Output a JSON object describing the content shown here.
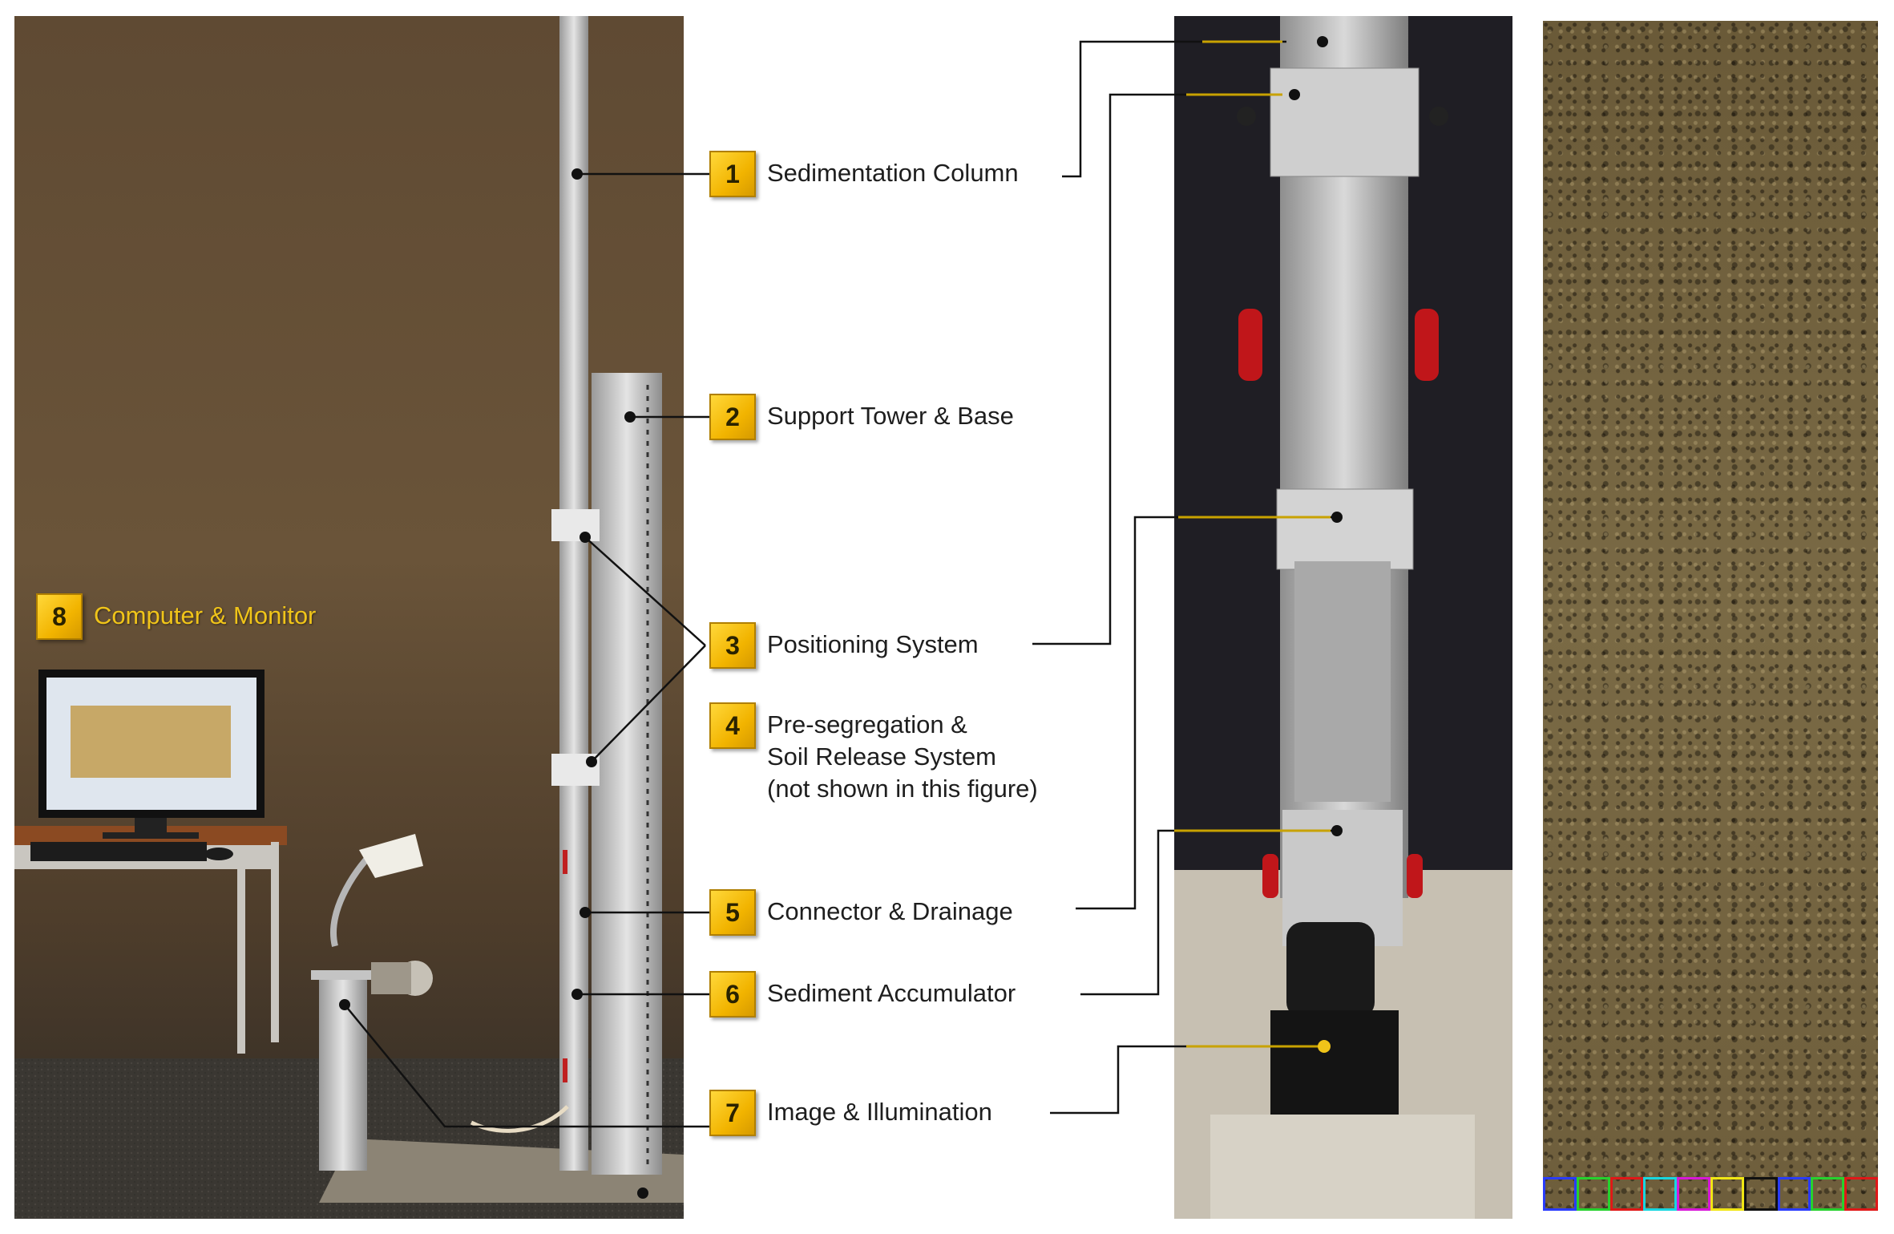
{
  "callouts": [
    {
      "num": "1",
      "label": "Sedimentation Column"
    },
    {
      "num": "2",
      "label": "Support Tower & Base"
    },
    {
      "num": "3",
      "label": "Positioning System"
    },
    {
      "num": "4",
      "label_lines": [
        "Pre-segregation &",
        "Soil Release System",
        "(not shown in this figure)"
      ]
    },
    {
      "num": "5",
      "label": "Connector & Drainage"
    },
    {
      "num": "6",
      "label": "Sediment Accumulator"
    },
    {
      "num": "7",
      "label": "Image & Illumination"
    },
    {
      "num": "8",
      "label": "Computer & Monitor"
    }
  ],
  "colors": {
    "badge": "#f2b400",
    "label_text": "#1e1e1e",
    "label8_text": "#f0c419",
    "leader_line": "#111111",
    "leader_line_mid": "#c8a200",
    "roi_strip": [
      "#2a3cff",
      "#26d12e",
      "#e01818",
      "#18d6e0",
      "#d818d8",
      "#f0e614",
      "#111111",
      "#2a3cff",
      "#26d12e",
      "#e01818"
    ]
  }
}
